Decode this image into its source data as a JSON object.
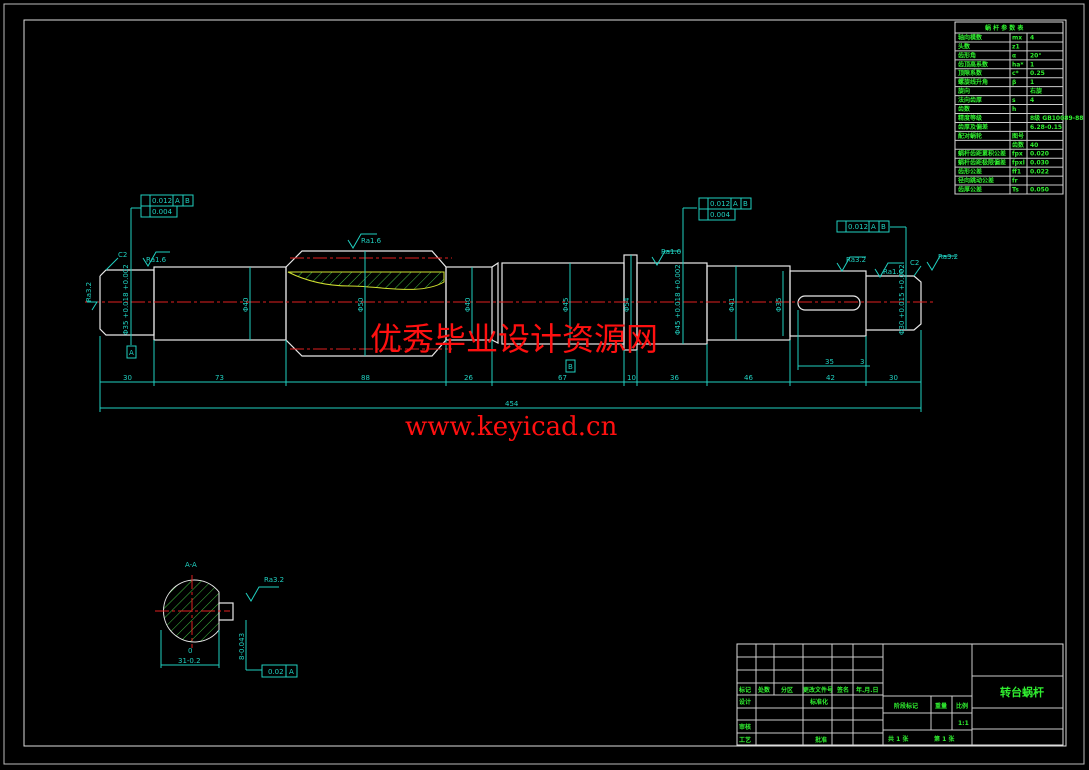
{
  "drawing": {
    "title": "转台蜗杆",
    "scale": "1:1",
    "sheet_total": "共 1 张",
    "sheet_no": "第 1 张",
    "section_label": "A-A",
    "watermark_cn": "优秀毕业设计资源网",
    "watermark_url": "www.keyicad.cn"
  },
  "title_block": {
    "labels": [
      "标记",
      "处数",
      "分区",
      "更改文件号",
      "签名",
      "年.月.日",
      "设计",
      "标准化",
      "审核",
      "工艺",
      "批准",
      "阶段标记",
      "重量",
      "比例"
    ]
  },
  "param_table": {
    "title": "蜗 杆 参 数 表",
    "rows": [
      {
        "name": "轴向模数",
        "sym": "mx",
        "val": "4"
      },
      {
        "name": "头数",
        "sym": "z1",
        "val": ""
      },
      {
        "name": "齿形角",
        "sym": "α",
        "val": "20°"
      },
      {
        "name": "齿顶高系数",
        "sym": "ha*",
        "val": "1"
      },
      {
        "name": "顶隙系数",
        "sym": "c*",
        "val": "0.25"
      },
      {
        "name": "螺旋线升角",
        "sym": "β",
        "val": "1"
      },
      {
        "name": "旋向",
        "sym": "",
        "val": "右旋"
      },
      {
        "name": "法向齿厚",
        "sym": "s",
        "val": "4"
      },
      {
        "name": "齿数",
        "sym": "h",
        "val": ""
      },
      {
        "name": "精度等级",
        "sym": "",
        "val": "8级 GB10089-88"
      },
      {
        "name": "齿厚及偏差",
        "sym": "",
        "val": "6.28-0.15"
      },
      {
        "name": "配对蜗轮",
        "sym": "图号",
        "val": ""
      },
      {
        "name": "",
        "sym": "齿数",
        "val": "40"
      },
      {
        "name": "蜗杆齿距累积公差",
        "sym": "fpx",
        "val": "0.020"
      },
      {
        "name": "蜗杆齿距极限偏差",
        "sym": "fpxl",
        "val": "0.030"
      },
      {
        "name": "齿形公差",
        "sym": "ff1",
        "val": "0.022"
      },
      {
        "name": "径向跳动公差",
        "sym": "fr",
        "val": ""
      },
      {
        "name": "齿厚公差",
        "sym": "Ts",
        "val": "0.050"
      }
    ]
  },
  "dimensions": {
    "lengths": [
      "30",
      "73",
      "88",
      "26",
      "67",
      "10",
      "36",
      "46",
      "42",
      "30"
    ],
    "total": "454",
    "keyway_len": "35",
    "keyway_offset": "3",
    "diameters": [
      "Φ35 +0.018 +0.002",
      "Φ40",
      "Φ50",
      "Φ40",
      "Φ45",
      "Φ54",
      "Φ45 +0.018 +0.002",
      "Φ41",
      "Φ35",
      "Φ30 +0.015 +0.002"
    ],
    "chamfer": "C2",
    "section_width": "31-0.2",
    "section_key": "8-0.043",
    "section_zero": "0"
  },
  "annotations": {
    "roughness": [
      "Ra3.2",
      "Ra1.6",
      "Ra1.6",
      "Ra1.6",
      "Ra3.2",
      "Ra1.6",
      "Ra3.2",
      "Ra3.2"
    ],
    "runout": "0.012",
    "roundness": "0.004",
    "datum_a": "A",
    "datum_b": "B",
    "symmetry": "0.02"
  },
  "colors": {
    "outline": "#e8e8e8",
    "dimension": "#20d0c0",
    "center": "#e02020",
    "text": "#30f030",
    "hatch": "#40c040"
  }
}
